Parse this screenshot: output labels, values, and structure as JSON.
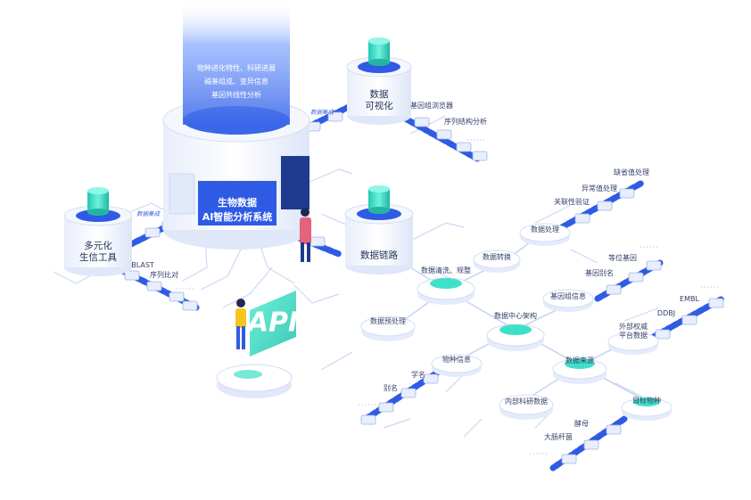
{
  "core": {
    "title_line1": "生物数据",
    "title_line2": "AI智能分析系统",
    "beam_line1": "物种进化特性、科研进展",
    "beam_line2": "碱基组成、变异信息",
    "beam_line3": "基因共线性分析"
  },
  "tiny_labels": {
    "left": "数据集成",
    "right": "数据集成"
  },
  "towers": {
    "visualization": {
      "line1": "数据",
      "line2": "可视化"
    },
    "tools": {
      "line1": "多元化",
      "line2": "生信工具"
    },
    "chain": {
      "label": "数据链路"
    }
  },
  "branches": {
    "visualization": [
      "基因组浏览器",
      "序列结构分析"
    ],
    "tools": [
      "BLAST",
      "序列比对"
    ],
    "processing": [
      "关联性验证",
      "异常值处理",
      "缺省值处理"
    ],
    "gene_info": [
      "基因别名",
      "等位基因"
    ],
    "external": [
      "DDBJ",
      "EMBL"
    ],
    "species_info": [
      "学名",
      "别名"
    ],
    "target_species": [
      "酵母",
      "大肠杆菌"
    ],
    "more": "......"
  },
  "nodes": {
    "cleaning": "数据清洗、规整",
    "transform": "数据转换",
    "processing": "数据处理",
    "gene_info": "基因组信息",
    "preprocess": "数据预处理",
    "architecture": "数据中心架构",
    "external_line1": "外部权威",
    "external_line2": "平台数据",
    "species_info": "物种信息",
    "source": "数据来源",
    "internal": "内部科研数据",
    "target_species": "目标物种"
  },
  "api": {
    "label": "API"
  },
  "colors": {
    "primary_blue": "#2f5be4",
    "teal": "#3fe0c8",
    "dark_navy": "#1f3b8f",
    "light_line": "#cdd8f2",
    "pink_coat": "#e5627c",
    "yellow_shirt": "#f6c51e"
  }
}
